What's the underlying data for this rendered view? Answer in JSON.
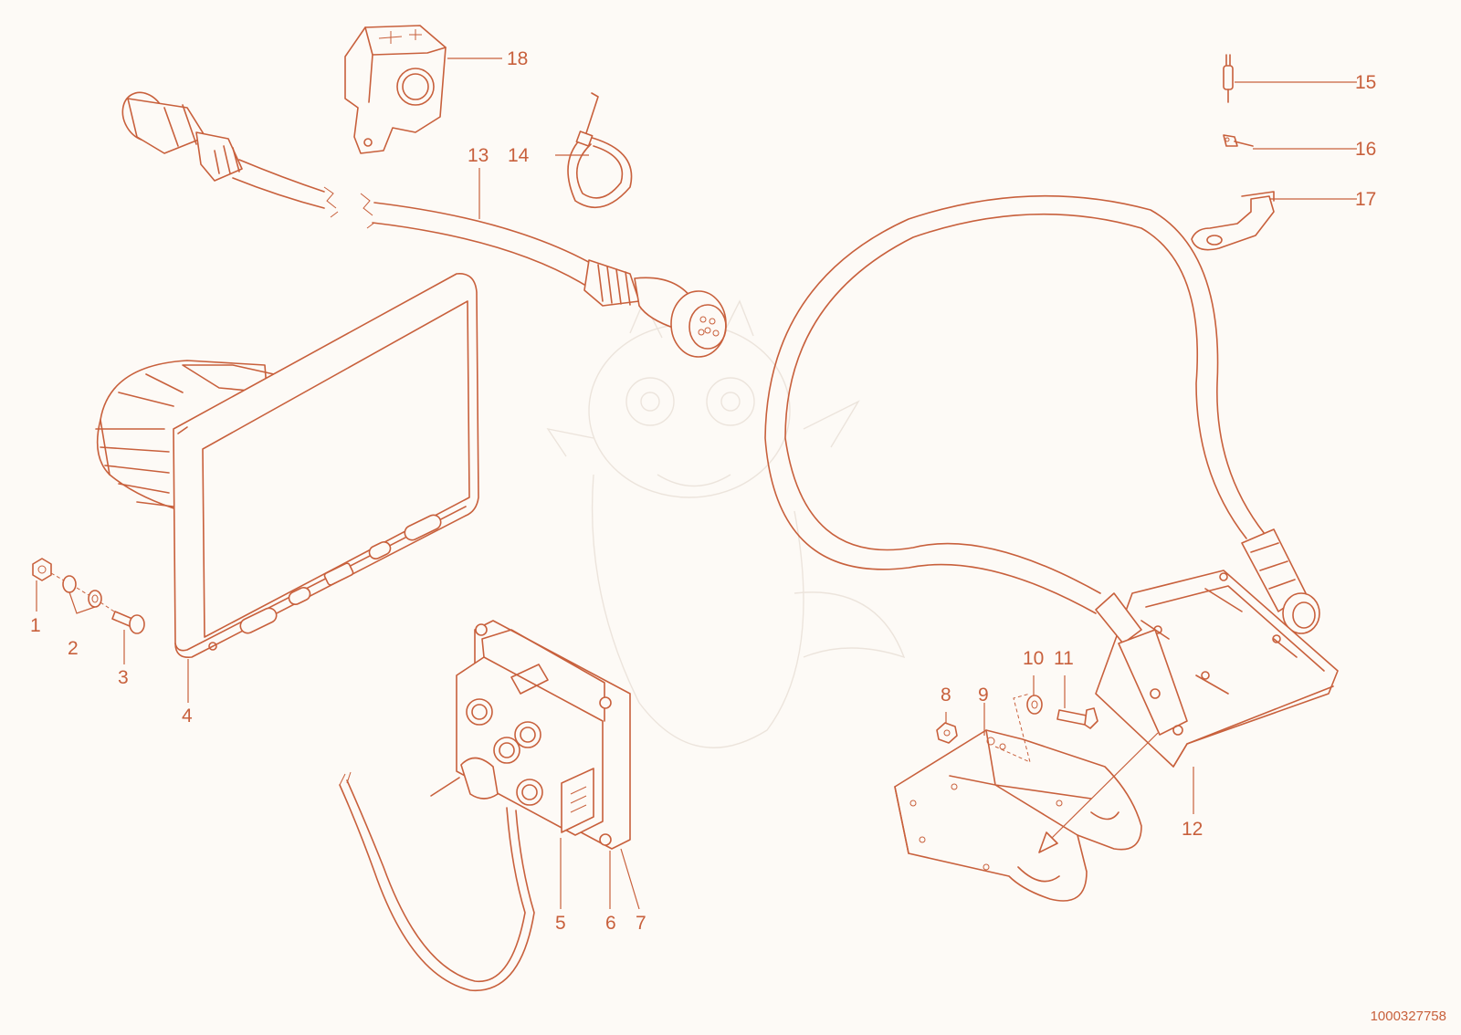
{
  "diagram": {
    "document_number": "1000327758",
    "callouts": [
      {
        "id": "callout-1",
        "label": "1"
      },
      {
        "id": "callout-2",
        "label": "2"
      },
      {
        "id": "callout-3",
        "label": "3"
      },
      {
        "id": "callout-4",
        "label": "4"
      },
      {
        "id": "callout-5",
        "label": "5"
      },
      {
        "id": "callout-6",
        "label": "6"
      },
      {
        "id": "callout-7",
        "label": "7"
      },
      {
        "id": "callout-8",
        "label": "8"
      },
      {
        "id": "callout-9",
        "label": "9"
      },
      {
        "id": "callout-10",
        "label": "10"
      },
      {
        "id": "callout-11",
        "label": "11"
      },
      {
        "id": "callout-12",
        "label": "12"
      },
      {
        "id": "callout-13",
        "label": "13"
      },
      {
        "id": "callout-14",
        "label": "14"
      },
      {
        "id": "callout-15",
        "label": "15"
      },
      {
        "id": "callout-16",
        "label": "16"
      },
      {
        "id": "callout-17",
        "label": "17"
      },
      {
        "id": "callout-18",
        "label": "18"
      }
    ],
    "colors": {
      "line": "#c8603c",
      "background": "#fdfaf6",
      "watermark": "#ece4dc"
    }
  }
}
